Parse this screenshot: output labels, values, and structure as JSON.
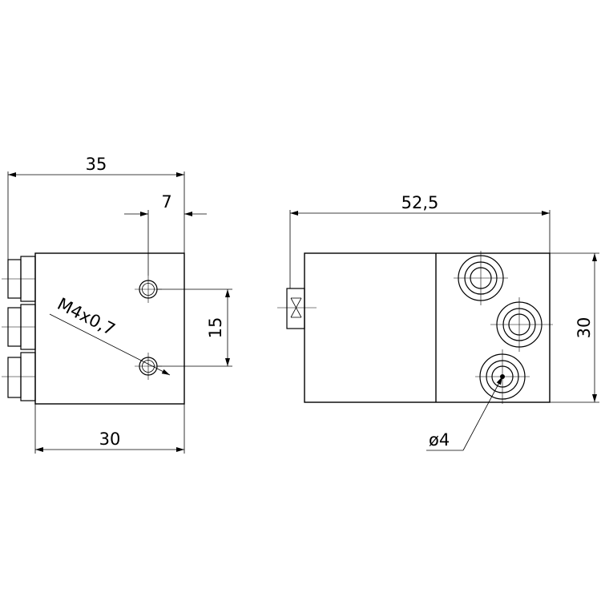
{
  "left_view": {
    "dims": {
      "overall_width": "35",
      "hole_offset": "7",
      "hole_spacing": "15",
      "body_width": "30",
      "thread": "M4x0,7"
    }
  },
  "right_view": {
    "dims": {
      "overall_length": "52,5",
      "height": "30",
      "port_diameter": "ø4"
    }
  }
}
